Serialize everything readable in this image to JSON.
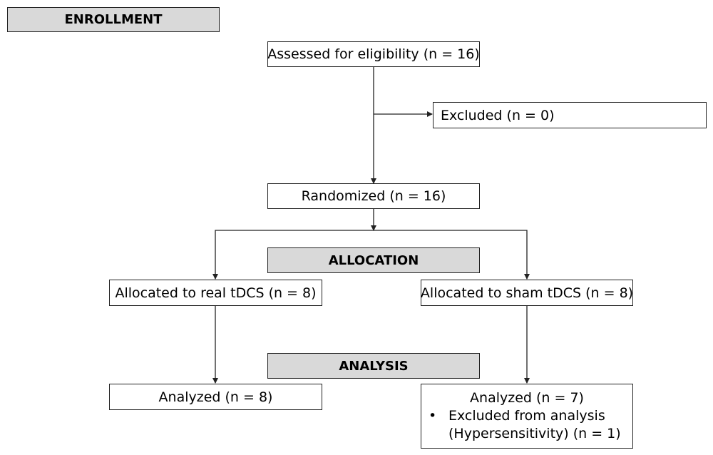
{
  "stages": {
    "enrollment": "ENROLLMENT",
    "allocation": "ALLOCATION",
    "analysis": "ANALYSIS"
  },
  "boxes": {
    "assessed": "Assessed for eligibility (n = 16)",
    "excluded": "Excluded (n = 0)",
    "randomized": "Randomized (n = 16)",
    "allocated_real": "Allocated to real tDCS (n = 8)",
    "allocated_sham": "Allocated to sham tDCS (n = 8)",
    "analyzed_real": "Analyzed (n = 8)",
    "analyzed_sham": {
      "title": "Analyzed (n = 7)",
      "bullet": "•",
      "excluded_line1": "Excluded from analysis",
      "excluded_line2": "(Hypersensitivity) (n = 1)"
    }
  }
}
